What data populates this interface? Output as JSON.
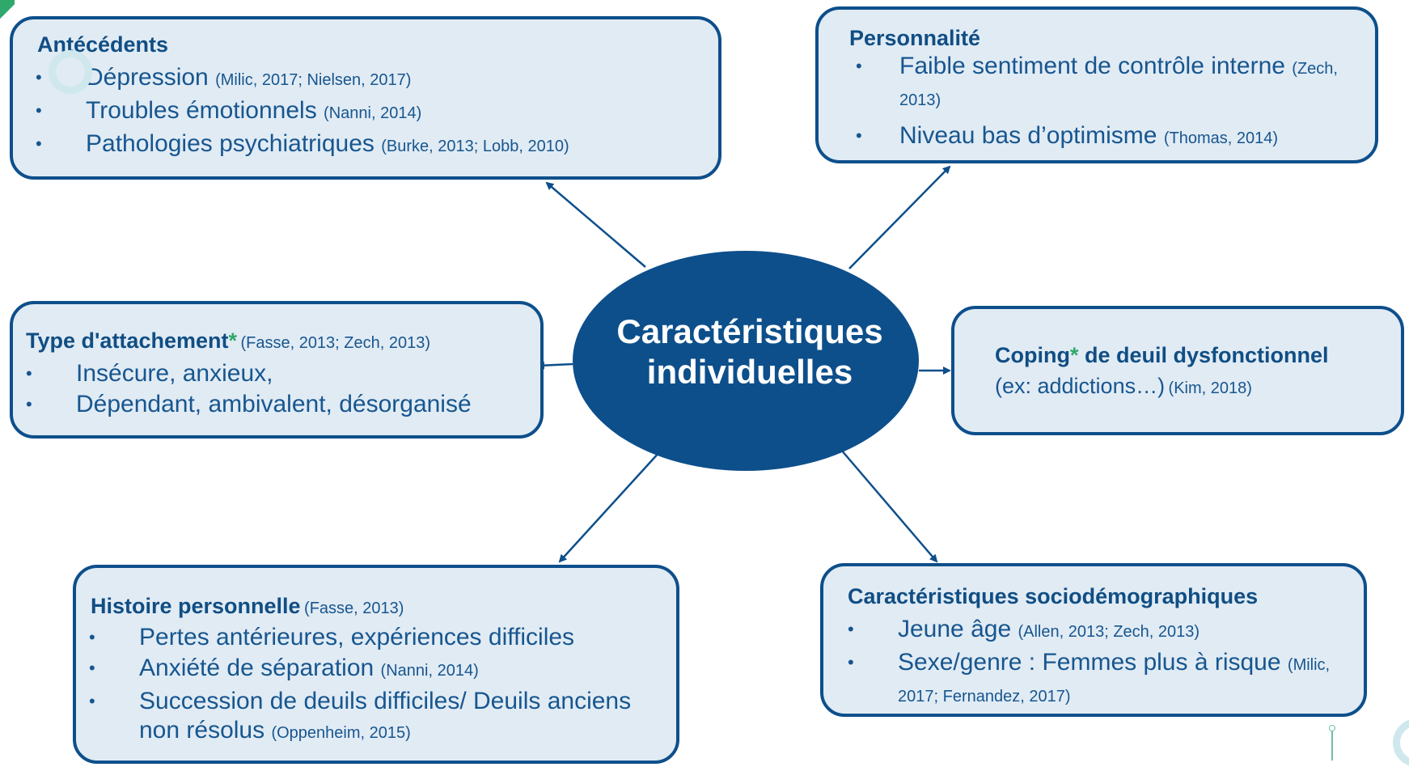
{
  "center": {
    "line1": "Caractéristiques",
    "line2": "individuelles"
  },
  "antecedents": {
    "title": "Antécédents",
    "items": [
      {
        "text": "Dépression",
        "cite": "(Milic, 2017; Nielsen, 2017)"
      },
      {
        "text": "Troubles émotionnels",
        "cite": "(Nanni, 2014)"
      },
      {
        "text": "Pathologies psychiatriques",
        "cite": "(Burke, 2013; Lobb, 2010)"
      }
    ]
  },
  "personnalite": {
    "title": "Personnalité",
    "items": [
      {
        "text": "Faible sentiment de contrôle interne",
        "cite": "(Zech, 2013)"
      },
      {
        "text": "Niveau bas d’optimisme",
        "cite": "(Thomas, 2014)"
      }
    ]
  },
  "attachement": {
    "title": "Type d'attachement",
    "star": "*",
    "cite": "(Fasse, 2013; Zech, 2013)",
    "items": [
      {
        "text": "Insécure, anxieux,"
      },
      {
        "text": "Dépendant, ambivalent, désorganisé"
      }
    ]
  },
  "coping": {
    "title_a": "Coping",
    "star": "*",
    "title_b": " de deuil dysfonctionnel",
    "line2": "(ex: addictions…)",
    "cite": "(Kim, 2018)"
  },
  "histoire": {
    "title": "Histoire personnelle",
    "cite": "(Fasse, 2013)",
    "items": [
      {
        "text": "Pertes antérieures, expériences difficiles",
        "cite": ""
      },
      {
        "text": "Anxiété de séparation",
        "cite": "(Nanni, 2014)"
      },
      {
        "text": "Succession de deuils difficiles/ Deuils anciens non résolus",
        "cite": "(Oppenheim, 2015)"
      }
    ]
  },
  "socio": {
    "title": "Caractéristiques sociodémographiques",
    "items": [
      {
        "text": "Jeune âge",
        "cite": "(Allen, 2013; Zech, 2013)"
      },
      {
        "text": "Sexe/genre : Femmes plus à risque",
        "cite": "(Milic, 2017; Fernandez, 2017)"
      }
    ]
  },
  "bullet_char": "•",
  "colors": {
    "box_fill": "#e1ebf4",
    "box_border": "#0d4f8b",
    "ellipse": "#0d4f8b",
    "star": "#2fa86b"
  }
}
